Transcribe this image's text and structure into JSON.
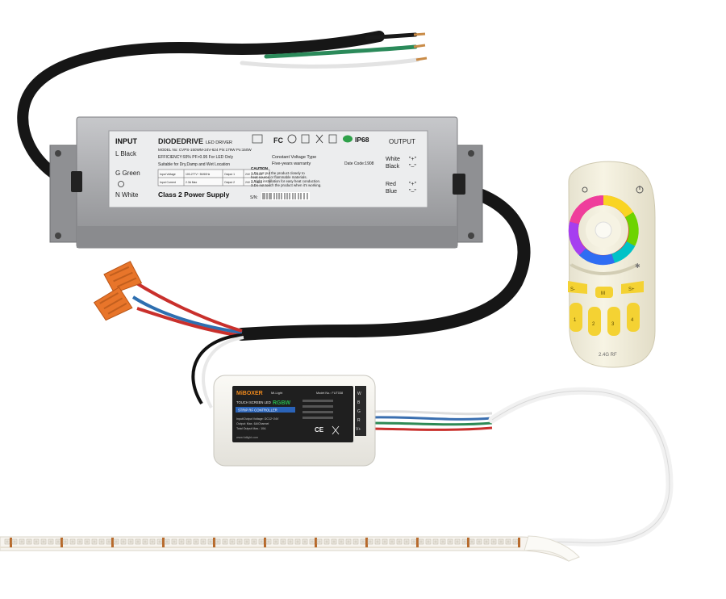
{
  "driver": {
    "input_title": "INPUT",
    "wires_in": [
      "L  Black",
      "G  Green",
      "N  White"
    ],
    "brand_prefix": "DIODE",
    "brand_suffix": "DRIVE",
    "brand_tail": "LED DRIVER",
    "model_line": "MODEL No: CVPS-150WM-24V-624   Pin:179W  Po:150W",
    "efficiency_line": "EFFICIENCY:93%    PF>0.95      For LED Only",
    "suitability": "Suitable for Dry,Damp and Wet Location",
    "voltage_type": "Constant Voltage Type",
    "warranty": "Five-years warranty",
    "date_code": "Date Code:1908",
    "caution_title": "CAUTION",
    "caution_lines": [
      "1.Do not put the product closely to",
      "   heat source or flammable materials.",
      "2.Right installation for easy heat conduction.",
      "3.Do not touch the product when it's working."
    ],
    "table": [
      [
        "Input Voltage",
        "100-277V~ 50/60Hz",
        "Output 1",
        "24V == 3.12A"
      ],
      [
        "Input Current",
        "2.3A Max",
        "Output 2",
        "24V == 3.12A"
      ]
    ],
    "class_label": "Class 2 Power Supply",
    "serial_label": "S/N:",
    "ip_rating": "IP68",
    "output_title": "OUTPUT",
    "wires_out": [
      {
        "color": "White",
        "sign": "\"+\""
      },
      {
        "color": "Black",
        "sign": "\"–\""
      },
      {
        "color": "Red",
        "sign": "\"+\""
      },
      {
        "color": "Blue",
        "sign": "\"–\""
      }
    ]
  },
  "controller": {
    "brand": "MiBOXER",
    "brand_sub": "Mi-Light",
    "model": "Model No.: FUT038",
    "product_line1": "TOUCH SCREEN LED",
    "product_highlight": "RGBW",
    "product_line2": "STRIP RF CONTROLLER",
    "specs": [
      "Input/Output Voltage: DC12~24V",
      "Output: Max. 6A/Channel",
      "Total Output Max.: 10A"
    ],
    "pins": [
      "W",
      "B",
      "G",
      "R",
      "V+"
    ],
    "site": "www.futlight.com"
  },
  "remote": {
    "buttons": [
      "S-",
      "M",
      "S+"
    ],
    "zones": [
      "1",
      "2",
      "3",
      "4"
    ],
    "frequency": "2.4G RF"
  },
  "colors": {
    "driver_body": "#a9aaad",
    "controller_body": "#f2f1ec",
    "remote_body": "#f3f0df",
    "remote_buttons": "#f4d233",
    "wire_nut": "#e8752a",
    "led_strip": "#f7f4ef"
  }
}
